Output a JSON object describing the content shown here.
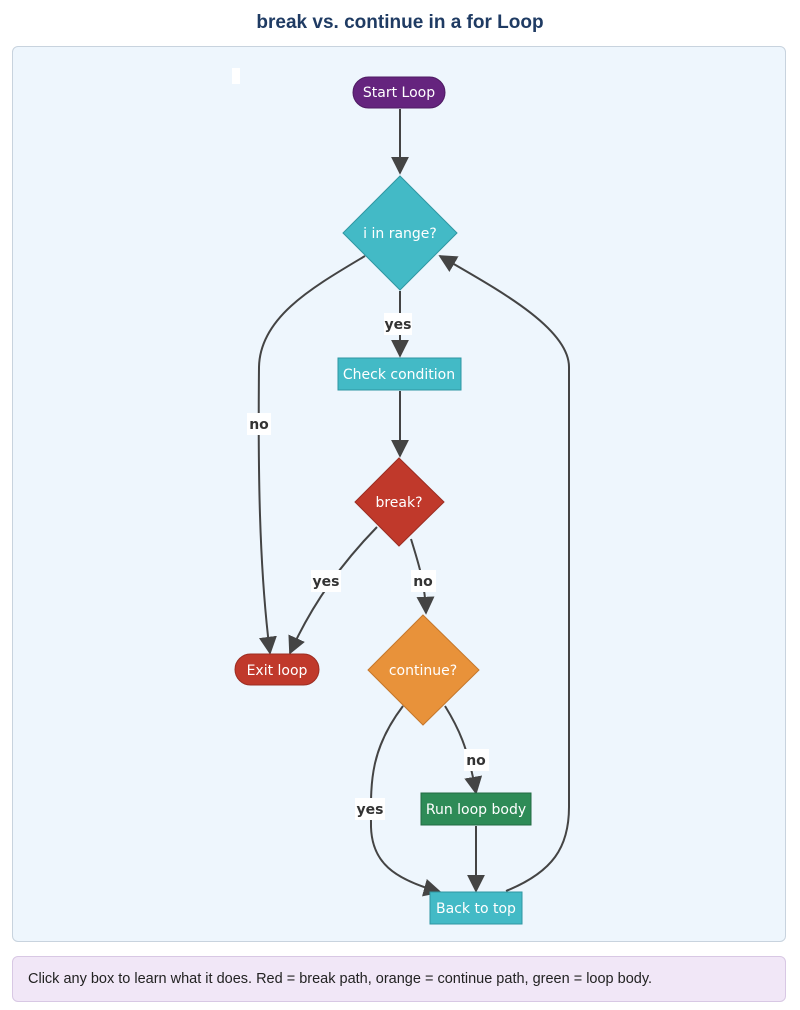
{
  "title": "break vs. continue in a for Loop",
  "colors": {
    "start": "#65247e",
    "condition": "#43bac6",
    "break": "#c0392b",
    "continue": "#e8923a",
    "body": "#2e8b57",
    "edge": "#444444"
  },
  "nodes": {
    "start": "Start Loop",
    "in_range": "i in range?",
    "check": "Check condition",
    "break_q": "break?",
    "exit": "Exit loop",
    "continue_q": "continue?",
    "run_body": "Run loop body",
    "back_top": "Back to top"
  },
  "edges": {
    "range_yes": "yes",
    "range_no": "no",
    "break_yes": "yes",
    "break_no": "no",
    "continue_yes": "yes",
    "continue_no": "no"
  },
  "hint": "Click any box to learn what it does. Red = break path, orange = continue path, green = loop body."
}
